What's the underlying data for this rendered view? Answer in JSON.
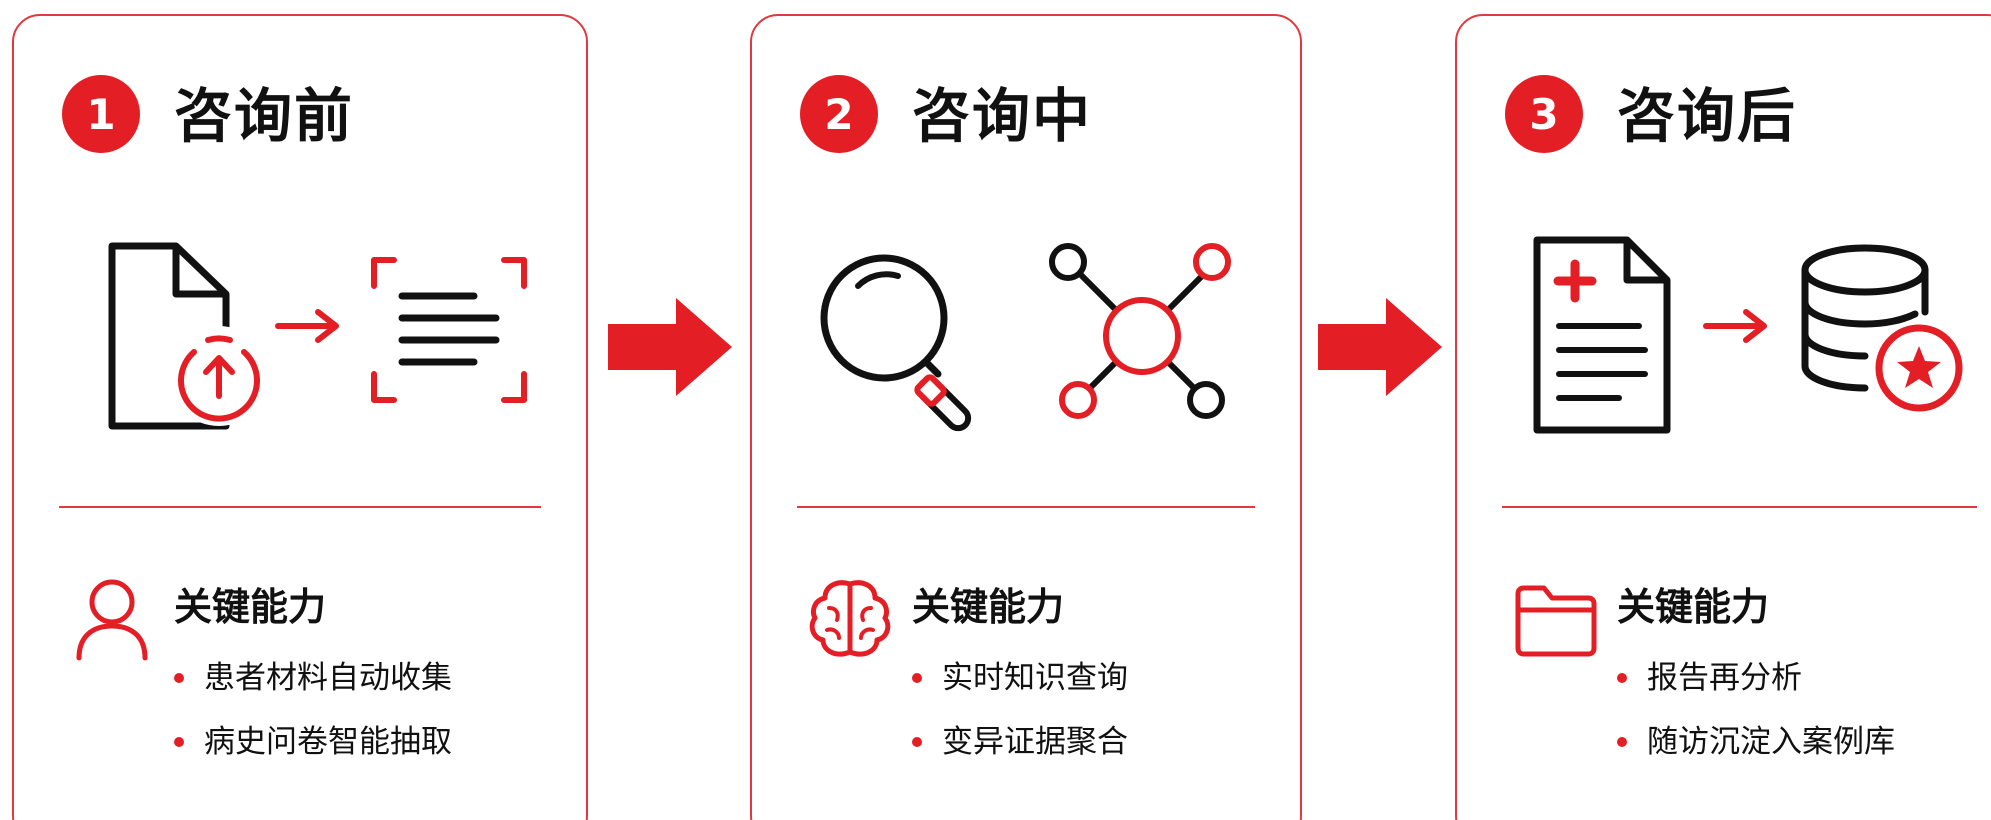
{
  "colors": {
    "accent": "#e31f25",
    "border": "#e03a3f",
    "text": "#111111",
    "icon_stroke": "#111111"
  },
  "steps": [
    {
      "number": "1",
      "title": "咨询前",
      "icons": [
        "file-upload-icon",
        "right-arrow-icon",
        "text-scan-icon"
      ],
      "capability_icon": "user-icon",
      "capability_title": "关键能力",
      "capabilities": [
        "患者材料自动收集",
        "病史问卷智能抽取"
      ]
    },
    {
      "number": "2",
      "title": "咨询中",
      "icons": [
        "magnifier-icon",
        "network-node-icon"
      ],
      "capability_icon": "brain-icon",
      "capability_title": "关键能力",
      "capabilities": [
        "实时知识查询",
        "变异证据聚合"
      ]
    },
    {
      "number": "3",
      "title": "咨询后",
      "icons": [
        "medical-report-icon",
        "right-arrow-icon",
        "database-star-icon"
      ],
      "capability_icon": "folder-icon",
      "capability_title": "关键能力",
      "capabilities": [
        "报告再分析",
        "随访沉淀入案例库"
      ]
    }
  ],
  "flow_arrows": [
    "flow-arrow-icon",
    "flow-arrow-icon"
  ]
}
